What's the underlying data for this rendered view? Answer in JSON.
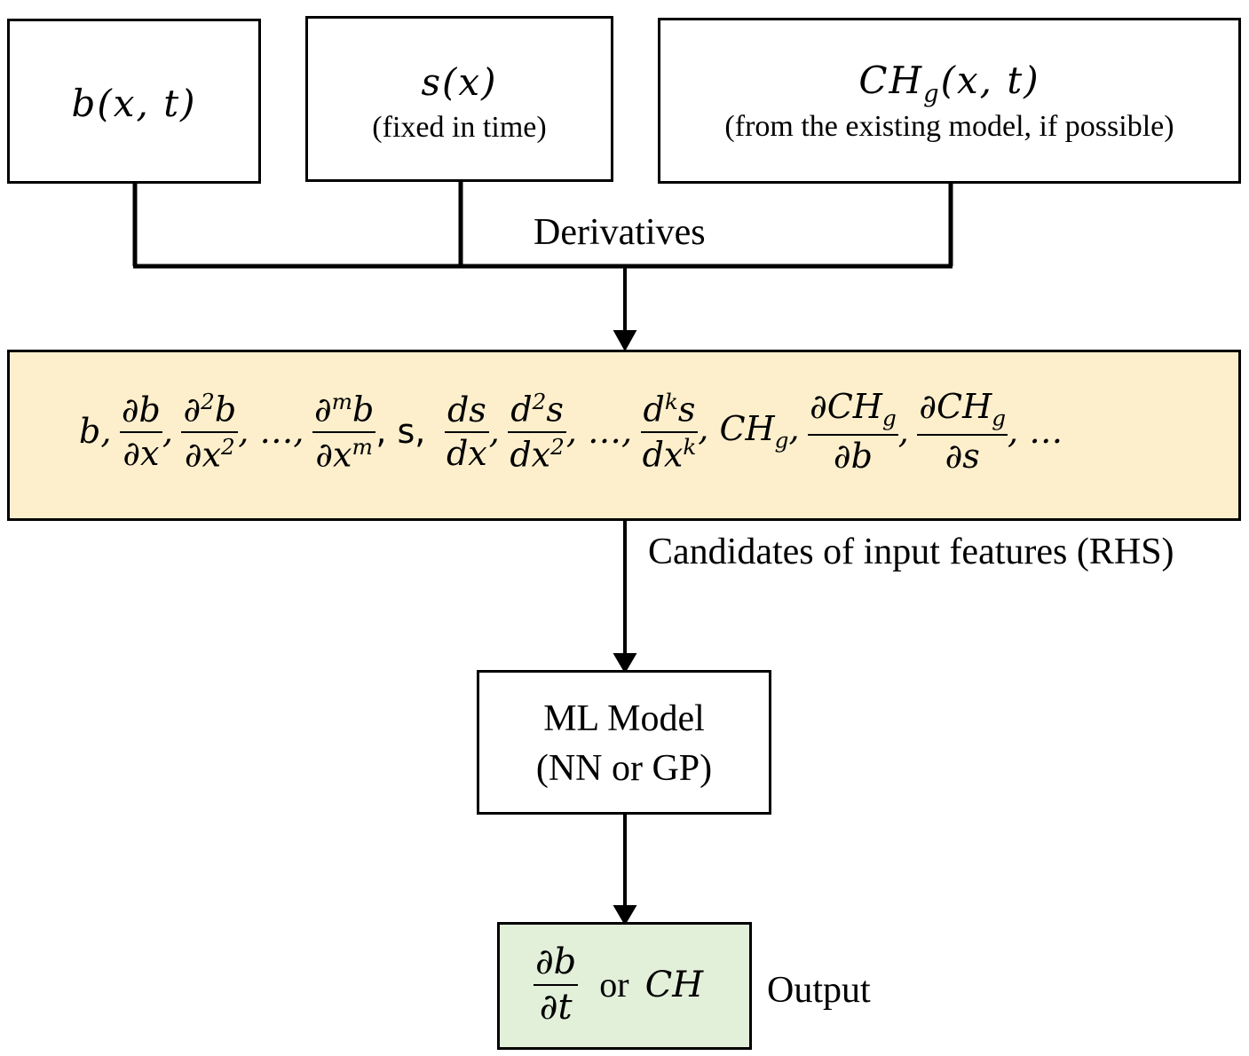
{
  "inputs": {
    "b": {
      "expr": "b(x, t)"
    },
    "s": {
      "expr": "s(x)",
      "note": "(fixed in time)"
    },
    "ch": {
      "expr_base": "CH",
      "expr_sub": "g",
      "expr_args": "(x, t)",
      "note": "(from the existing model, if possible)"
    }
  },
  "derivatives_label": "Derivatives",
  "features": {
    "label": "Candidates of input features (RHS)",
    "fill": "#fdefcc"
  },
  "model": {
    "line1": "ML Model",
    "line2": "(NN or GP)"
  },
  "output": {
    "label": "Output",
    "or_text": "or",
    "alt": "CH",
    "fill": "#e2efd9"
  }
}
